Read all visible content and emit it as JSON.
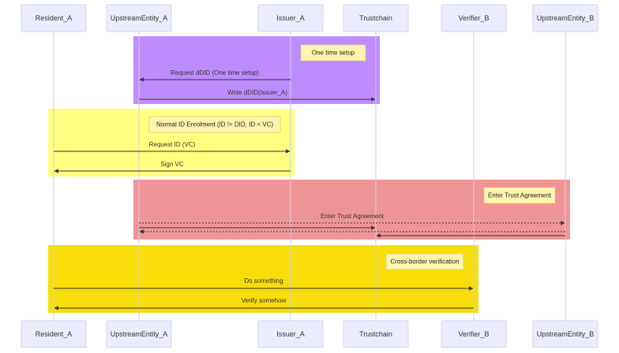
{
  "actors": [
    {
      "id": "resident_a",
      "label": "Resident_A"
    },
    {
      "id": "upstream_a",
      "label": "UpstreamEntity_A"
    },
    {
      "id": "issuer_a",
      "label": "Issuer_A"
    },
    {
      "id": "trustchain",
      "label": "Trustchain"
    },
    {
      "id": "verifier_b",
      "label": "Verifier_B"
    },
    {
      "id": "upstream_b",
      "label": "UpstreamEntity_B"
    }
  ],
  "blocks": [
    {
      "id": "setup",
      "color": "#bf8cff",
      "note": "One time setup",
      "note_color": "#fff5ad",
      "messages": [
        {
          "from": "issuer_a",
          "to": "upstream_a",
          "label": "Request dDID (One time setup)",
          "style": "solid"
        },
        {
          "from": "upstream_a",
          "to": "trustchain",
          "label": "Write dDID(Issuer_A)",
          "style": "solid"
        }
      ]
    },
    {
      "id": "enrolment",
      "color": "#ffff80",
      "note": "Normal ID Enrolment (ID != DID, ID = VC)",
      "note_color": "#fff5ad",
      "messages": [
        {
          "from": "resident_a",
          "to": "issuer_a",
          "label": "Request ID (VC)",
          "style": "solid"
        },
        {
          "from": "issuer_a",
          "to": "resident_a",
          "label": "Sign VC",
          "style": "solid"
        }
      ]
    },
    {
      "id": "trust",
      "color": "#f09595",
      "note": "Enter Trust Agreement",
      "note_color": "#fff5ad",
      "messages": [
        {
          "from": "upstream_a",
          "to": "upstream_b",
          "label": "Enter Trust Agreement",
          "style": "dotted"
        },
        {
          "from": "upstream_b",
          "to": "upstream_a",
          "label": "",
          "style": "dotted"
        },
        {
          "from": "upstream_a",
          "to": "trustchain",
          "label": "",
          "style": "solid"
        },
        {
          "from": "upstream_b",
          "to": "trustchain",
          "label": "",
          "style": "solid"
        }
      ]
    },
    {
      "id": "crossborder",
      "color": "#f7de0b",
      "note": "Cross-border verification",
      "note_color": "#fff5ad",
      "messages": [
        {
          "from": "resident_a",
          "to": "verifier_b",
          "label": "Do something",
          "style": "solid"
        },
        {
          "from": "verifier_b",
          "to": "resident_a",
          "label": "Verify somehow",
          "style": "solid"
        }
      ]
    }
  ]
}
